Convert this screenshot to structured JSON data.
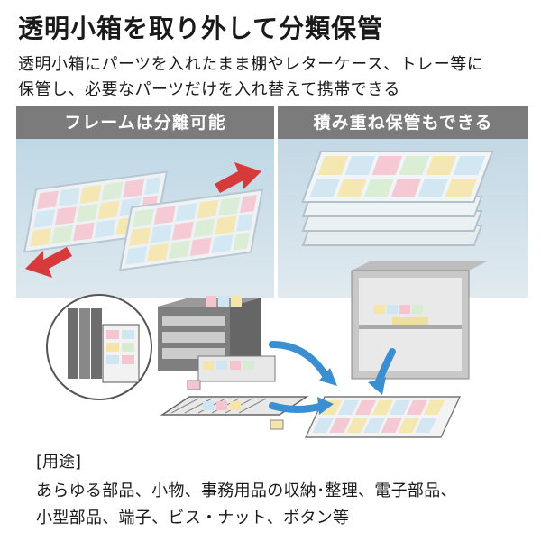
{
  "title": "透明小箱を取り外して分類保管",
  "description": {
    "line1": "透明小箱にパーツを入れたまま棚やレターケース、トレー等に",
    "line2": "保管し、必要なパーツだけを入れ替えて携帯できる"
  },
  "photos": {
    "left_caption": "フレームは分離可能",
    "right_caption": "積み重ね保管もできる"
  },
  "usage": {
    "heading": "[用途]",
    "line1": "あらゆる部品、小物、事務用品の収納･整理、電子部品、",
    "line2": "小型部品、端子、ビス・ナット、ボタン等"
  },
  "colors": {
    "caption_bg": "#7b7b7b",
    "arrow_red": "#d63a3a",
    "arrow_blue": "#3b8fd0"
  }
}
